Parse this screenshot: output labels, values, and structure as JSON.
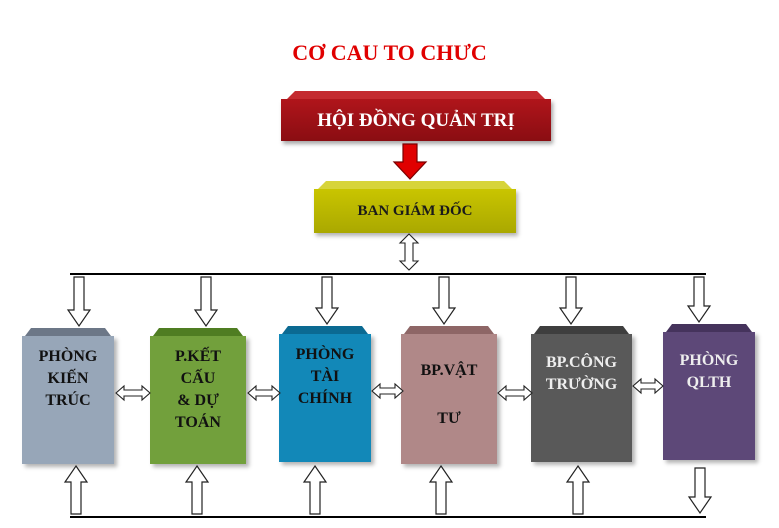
{
  "title": "CƠ CAU TO CHƯC",
  "board": {
    "label": "HỘI ĐỒNG QUẢN TRỊ"
  },
  "director": {
    "label": "BAN GIÁM ĐỐC"
  },
  "departments": [
    {
      "lines": [
        "PHÒNG",
        "KIẾN",
        "TRÚC"
      ],
      "color": "#97a6b8",
      "top_color": "#6c7787",
      "text_color": "#111111"
    },
    {
      "lines": [
        "P.KẾT",
        "CẤU",
        "& DỰ",
        "TOÁN"
      ],
      "color": "#72a03c",
      "top_color": "#4f7d22",
      "text_color": "#111111"
    },
    {
      "lines": [
        "PHÒNG",
        "TÀI",
        "CHÍNH"
      ],
      "color": "#1288b8",
      "top_color": "#0b6a92",
      "text_color": "#111111"
    },
    {
      "lines": [
        "BP.VẬT",
        "TƯ"
      ],
      "color": "#b08888",
      "top_color": "#8e6666",
      "text_color": "#111111"
    },
    {
      "lines": [
        "BP.CÔNG",
        "TRƯỜNG"
      ],
      "color": "#595959",
      "top_color": "#3e3e3e",
      "text_color": "#eeeeee"
    },
    {
      "lines": [
        "PHÒNG",
        "QLTH"
      ],
      "color": "#5d4878",
      "top_color": "#45335c",
      "text_color": "#eeeeee"
    }
  ],
  "colors": {
    "title": "#e00000",
    "red_arrow": "#e00000",
    "line": "#000000"
  }
}
